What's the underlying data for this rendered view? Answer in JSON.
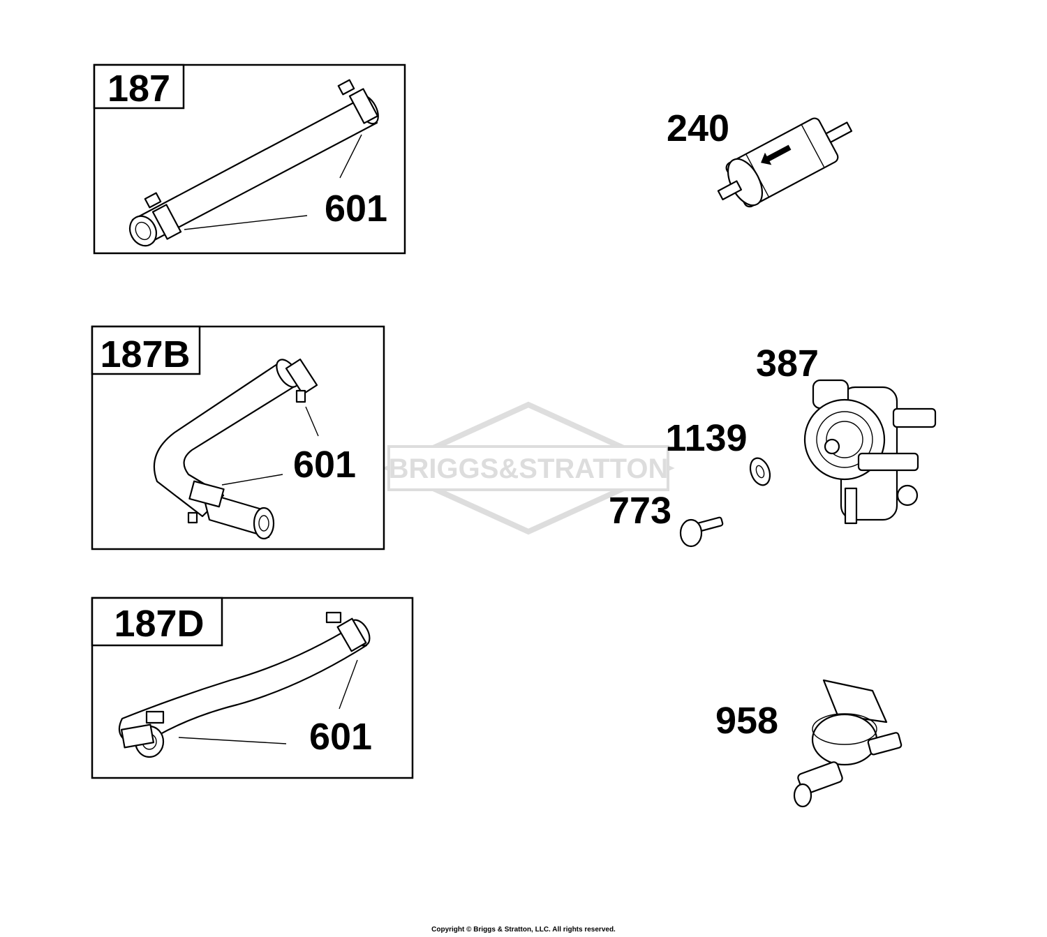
{
  "diagram": {
    "kits": [
      {
        "id": "kit-187",
        "label": "187",
        "callout": "601"
      },
      {
        "id": "kit-187b",
        "label": "187B",
        "callout": "601"
      },
      {
        "id": "kit-187d",
        "label": "187D",
        "callout": "601"
      }
    ],
    "parts": [
      {
        "id": "part-240",
        "label": "240",
        "icon": "fuel-filter-icon"
      },
      {
        "id": "part-387",
        "label": "387",
        "icon": "fuel-pump-icon"
      },
      {
        "id": "part-1139",
        "label": "1139",
        "icon": "washer-icon"
      },
      {
        "id": "part-773",
        "label": "773",
        "icon": "rivet-icon"
      },
      {
        "id": "part-958",
        "label": "958",
        "icon": "shutoff-valve-icon"
      }
    ],
    "watermark": "BRIGGS&STRATTON",
    "copyright": "Copyright © Briggs & Stratton, LLC. All rights reserved."
  }
}
